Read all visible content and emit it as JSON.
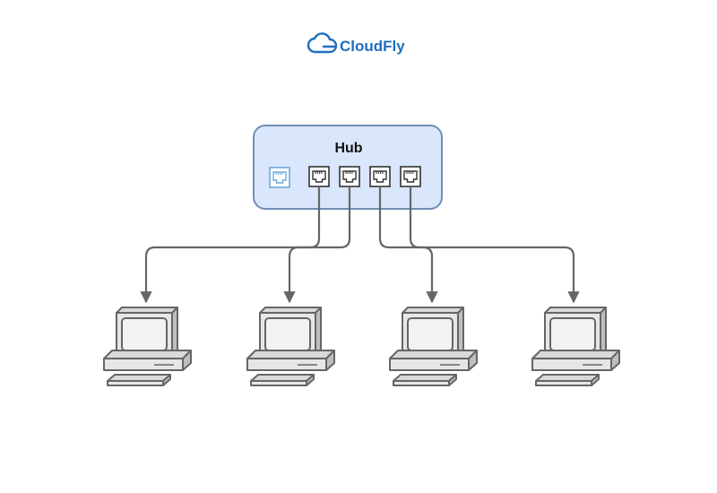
{
  "brand": {
    "name": "CloudFly",
    "color": "#1f6fc0",
    "icon": "cloud-icon"
  },
  "hub": {
    "label": "Hub",
    "fill": "#dae6fb",
    "stroke": "#6f8fb4",
    "uplink_port_color": "#6fa8dc",
    "port_color": "#333333",
    "port_count": 4
  },
  "computers": {
    "count": 4,
    "icon": "desktop-computer-icon",
    "color": "#666666",
    "screen_fill": "#f2f2f2"
  },
  "cables": {
    "color": "#666666",
    "style": "rounded-orthogonal-with-arrowheads"
  }
}
